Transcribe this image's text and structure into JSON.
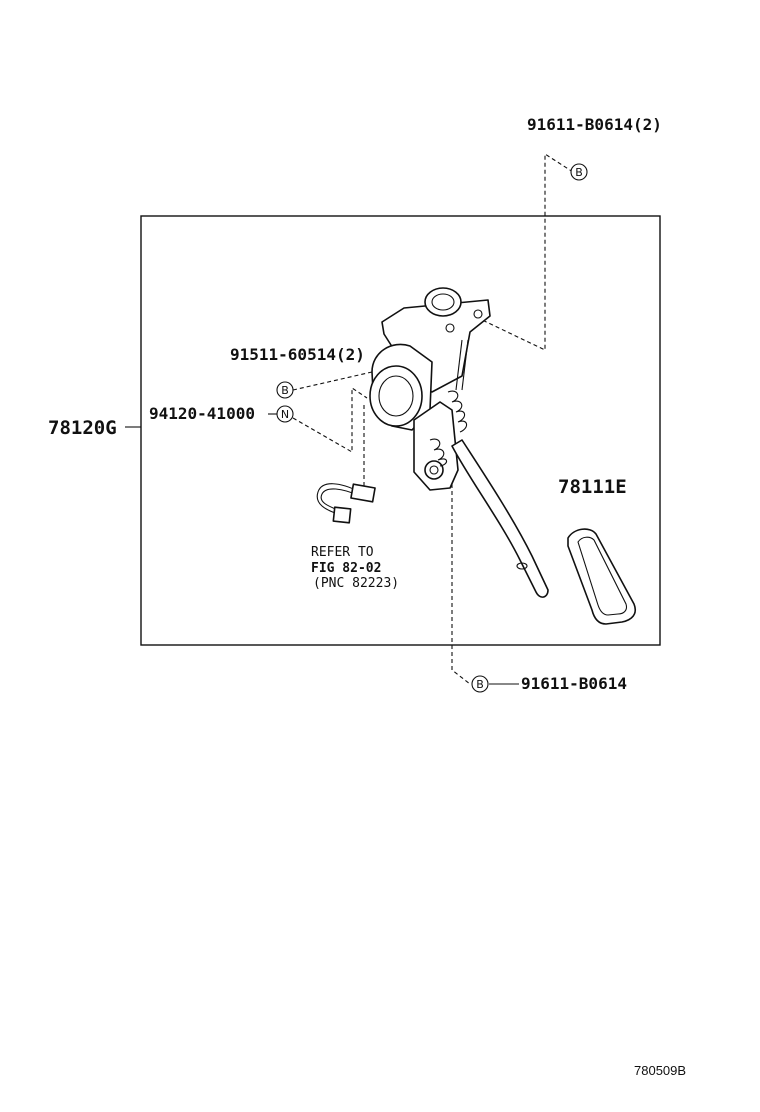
{
  "labels": {
    "top_bolt": "91611-B0614(2)",
    "bolt_upper_left": "91511-60514(2)",
    "nut": "94120-41000",
    "assembly": "78120G",
    "pedal_pad": "78111E",
    "refer_line1": "REFER TO",
    "refer_line2": "FIG 82-02",
    "refer_line3": "(PNC 82223)",
    "bottom_bolt": "91611-B0614",
    "figure_code": "780509B"
  },
  "markers": {
    "b": "B",
    "n": "N"
  }
}
